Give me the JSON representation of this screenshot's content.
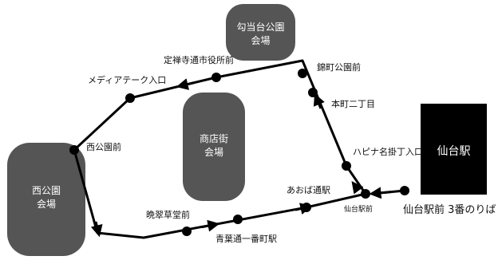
{
  "venues": {
    "koutoudai": [
      "勾当台公園",
      "会場"
    ],
    "shotengai": [
      "商店街",
      "会場"
    ],
    "nishi": [
      "西公園",
      "会場"
    ]
  },
  "station": {
    "name": "仙台駅"
  },
  "stops": {
    "jozenji": "定禅寺通市役所前",
    "media": "メディアテーク入口",
    "nishikoen": "西公園前",
    "bansui": "晩翠草堂前",
    "aoba1": "青葉通一番町駅",
    "aobadori": "あおば通駅",
    "sendaiekimae": "仙台駅前",
    "departure": "仙台駅前 3番のりば",
    "hapina": "ハピナ名掛丁入口",
    "honcho": "本町二丁目",
    "nishikicho": "錦町公園前"
  },
  "colors": {
    "venue_fill": "#555555",
    "station_fill": "#000000",
    "route_line": "#000000"
  }
}
